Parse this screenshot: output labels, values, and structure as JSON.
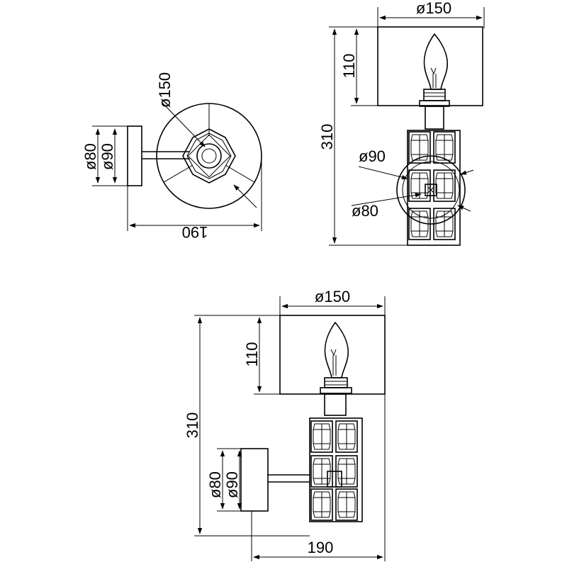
{
  "views": {
    "top": {
      "shade_diameter": "ø150",
      "plate_outer": "ø80",
      "plate_inner": "ø90",
      "projection": "190"
    },
    "side_top": {
      "shade_diameter": "ø150",
      "shade_height": "110",
      "total_height": "310",
      "body_diameter": "ø90",
      "plate_diameter": "ø80"
    },
    "front": {
      "shade_diameter": "ø150",
      "shade_height": "110",
      "total_height": "310",
      "plate_outer": "ø80",
      "plate_inner": "ø90",
      "projection": "190"
    }
  }
}
